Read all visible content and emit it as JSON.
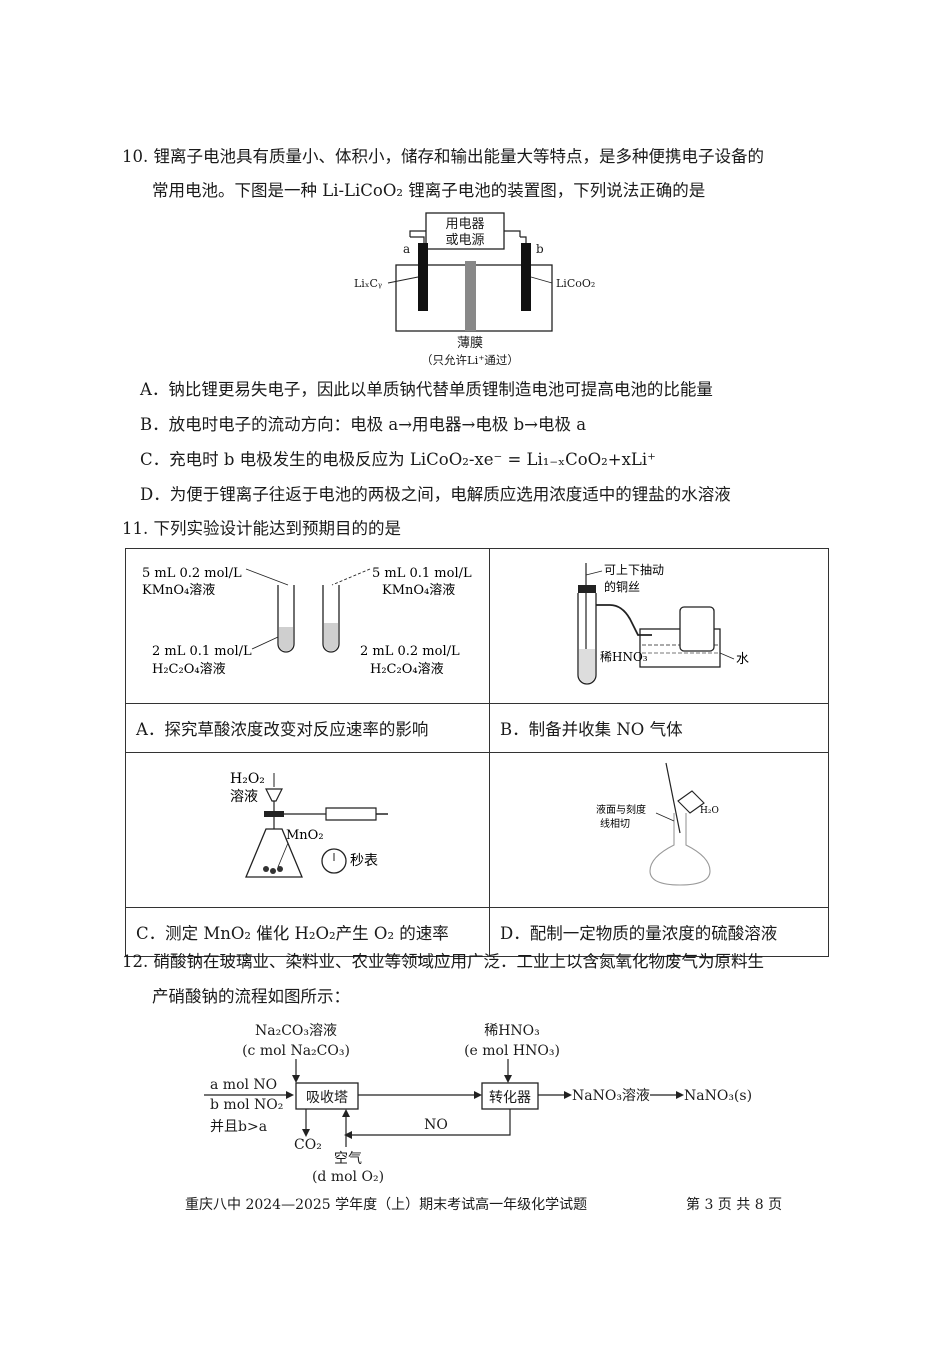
{
  "q10": {
    "line1": "10. 锂离子电池具有质量小、体积小，储存和输出能量大等特点，是多种便携电子设备的",
    "line2": "常用电池。下图是一种 Li-LiCoO₂ 锂离子电池的装置图，下列说法正确的是",
    "figure": {
      "device_label_1": "用电器",
      "device_label_2": "或电源",
      "electrode_a": "a",
      "electrode_b": "b",
      "left_material": "LiₓCᵧ",
      "right_material": "LiCoO₂",
      "membrane_label": "薄膜",
      "membrane_note": "（只允许Li⁺通过）"
    },
    "options": [
      "A．钠比锂更易失电子，因此以单质钠代替单质锂制造电池可提高电池的比能量",
      "B．放电时电子的流动方向：电极 a→用电器→电极 b→电极 a",
      "C．充电时 b 电极发生的电极反应为 LiCoO₂-xe⁻ = Li₁₋ₓCoO₂+xLi⁺",
      "D．为便于锂离子往返于电池的两极之间，电解质应选用浓度适中的锂盐的水溶液"
    ]
  },
  "q11": {
    "stem": "11. 下列实验设计能达到预期目的的是",
    "cellA": {
      "left_top_1": "5 mL 0.2 mol/L",
      "left_top_2": "KMnO₄溶液",
      "right_top_1": "5 mL 0.1 mol/L",
      "right_top_2": "KMnO₄溶液",
      "left_bottom_1": "2 mL 0.1 mol/L",
      "left_bottom_2": "H₂C₂O₄溶液",
      "right_bottom_1": "2 mL 0.2 mol/L",
      "right_bottom_2": "H₂C₂O₄溶液"
    },
    "cellB": {
      "wire_label_1": "可上下抽动",
      "wire_label_2": "的铜丝",
      "acid_label": "稀HNO₃",
      "water_label": "水"
    },
    "cellC": {
      "reagent_1": "H₂O₂",
      "reagent_2": "溶液",
      "catalyst": "MnO₂",
      "timer": "秒表"
    },
    "cellD": {
      "mark_label_1": "液面与刻度",
      "mark_label_2": "线相切",
      "water": "H₂O"
    },
    "options": {
      "A": "A．探究草酸浓度改变对反应速率的影响",
      "B": "B．制备并收集 NO 气体",
      "C": "C．测定 MnO₂ 催化 H₂O₂产生 O₂ 的速率",
      "D": "D．配制一定物质的量浓度的硫酸溶液"
    }
  },
  "q12": {
    "line1": "12. 硝酸钠在玻璃业、染料业、农业等领域应用广泛．工业上以含氮氧化物废气为原料生",
    "line2": "产硝酸钠的流程如图所示：",
    "flow": {
      "na2co3_1": "Na₂CO₃溶液",
      "na2co3_2": "(c mol Na₂CO₃)",
      "hno3_1": "稀HNO₃",
      "hno3_2": "(e mol HNO₃)",
      "feed_1": "a mol NO",
      "feed_2": "b mol NO₂",
      "feed_3": "并且b>a",
      "absorber": "吸收塔",
      "converter": "转化器",
      "product_1": "NaNO₃溶液",
      "product_2": "NaNO₃(s)",
      "recycle": "NO",
      "co2": "CO₂",
      "air_1": "空气",
      "air_2": "(d mol O₂)"
    }
  },
  "footer": {
    "left": "重庆八中 2024—2025 学年度（上）期末考试高一年级化学试题",
    "right": "第 3 页 共 8 页"
  }
}
